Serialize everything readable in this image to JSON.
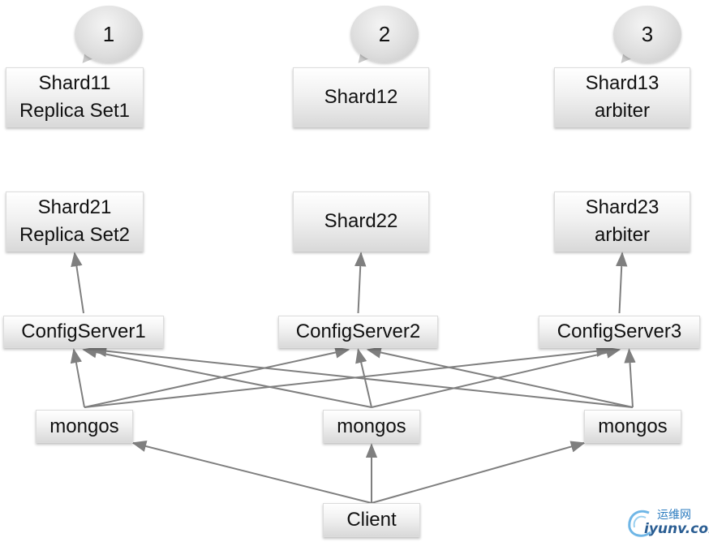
{
  "nodes": {
    "shard11": {
      "lines": [
        "Shard11",
        "Replica Set1"
      ]
    },
    "shard12": {
      "lines": [
        "Shard12"
      ]
    },
    "shard13": {
      "lines": [
        "Shard13",
        "arbiter"
      ]
    },
    "shard21": {
      "lines": [
        "Shard21",
        "Replica Set2"
      ]
    },
    "shard22": {
      "lines": [
        "Shard22"
      ]
    },
    "shard23": {
      "lines": [
        "Shard23",
        "arbiter"
      ]
    },
    "config1": {
      "lines": [
        "ConfigServer1"
      ]
    },
    "config2": {
      "lines": [
        "ConfigServer2"
      ]
    },
    "config3": {
      "lines": [
        "ConfigServer3"
      ]
    },
    "mongos1": {
      "lines": [
        "mongos"
      ]
    },
    "mongos2": {
      "lines": [
        "mongos"
      ]
    },
    "mongos3": {
      "lines": [
        "mongos"
      ]
    },
    "client": {
      "lines": [
        "Client"
      ]
    }
  },
  "bubbles": {
    "b1": "1",
    "b2": "2",
    "b3": "3"
  },
  "edges": [
    [
      "config1",
      "shard21"
    ],
    [
      "config2",
      "shard22"
    ],
    [
      "config3",
      "shard23"
    ],
    [
      "mongos1",
      "config1"
    ],
    [
      "mongos1",
      "config2"
    ],
    [
      "mongos1",
      "config3"
    ],
    [
      "mongos2",
      "config1"
    ],
    [
      "mongos2",
      "config2"
    ],
    [
      "mongos2",
      "config3"
    ],
    [
      "mongos3",
      "config1"
    ],
    [
      "mongos3",
      "config2"
    ],
    [
      "mongos3",
      "config3"
    ],
    [
      "client",
      "mongos1"
    ],
    [
      "client",
      "mongos2"
    ],
    [
      "client",
      "mongos3"
    ]
  ],
  "colors": {
    "edge": "#7f7f7f"
  },
  "watermark": {
    "cn": "运维网",
    "en": "iyunv.com"
  }
}
